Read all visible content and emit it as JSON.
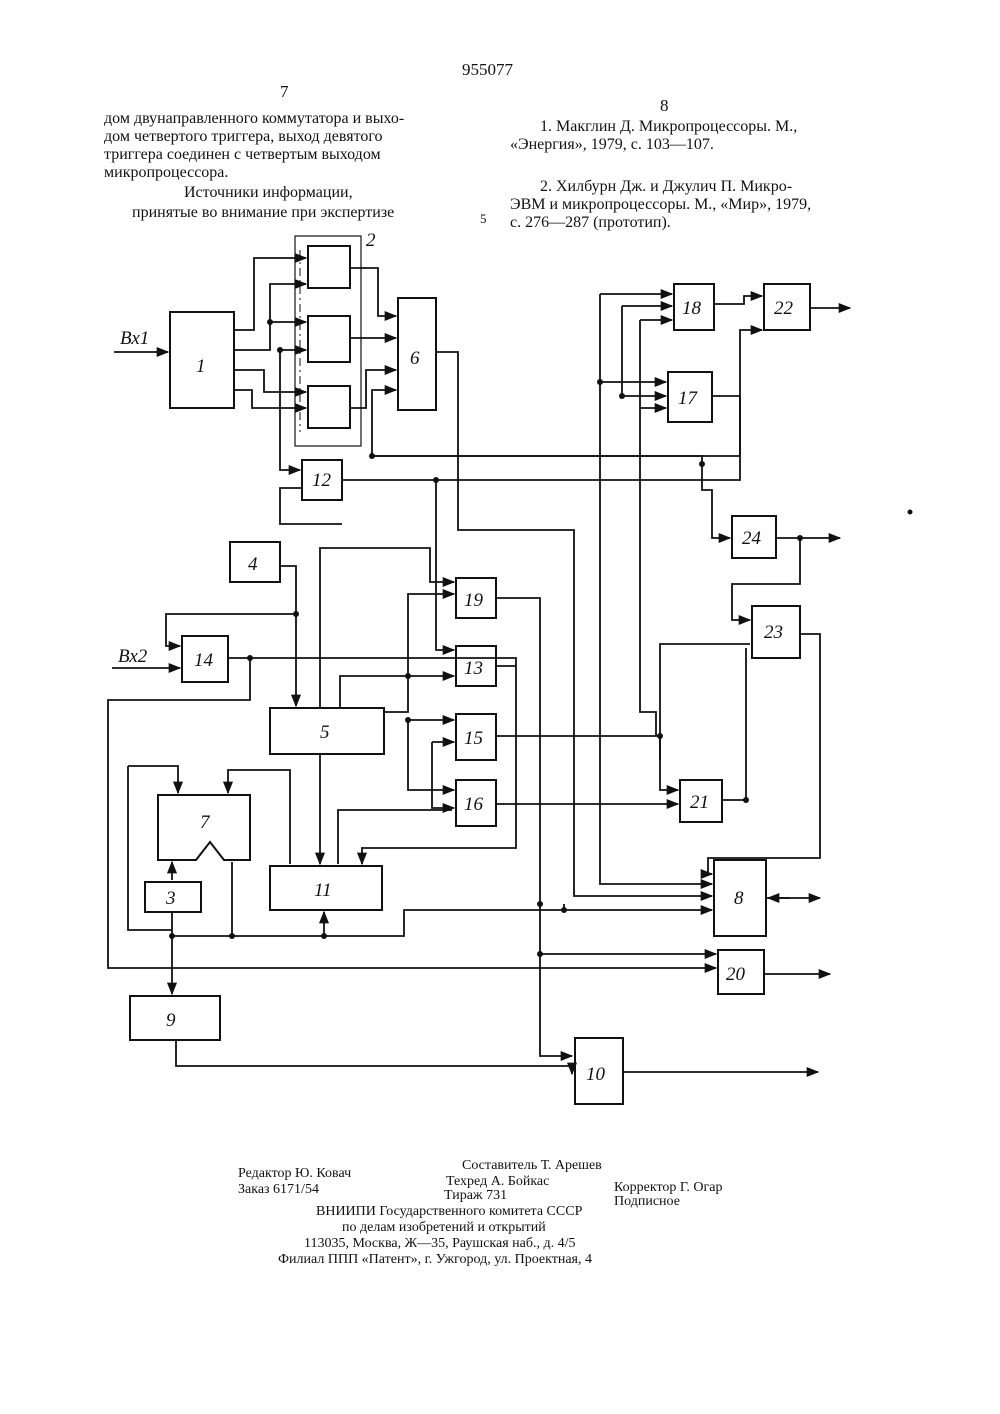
{
  "header": {
    "patent_number": "955077",
    "page_left": "7",
    "page_right": "8",
    "line_marker": "5"
  },
  "left_column": {
    "lines": [
      "дом двунаправленного коммутатора и выхо-",
      "дом четвертого триггера, выход девятого",
      "триггера соединен с четвертым выходом",
      "микропроцессора."
    ],
    "sources_title_1": "Источники информации,",
    "sources_title_2": "принятые во внимание при экспертизе"
  },
  "right_column": {
    "ref1_line1": "1. Макглин Д. Микропроцессоры. М.,",
    "ref1_line2": "«Энергия», 1979, с. 103—107.",
    "ref2_line1": "2. Хилбурн Дж. и Джулич П. Микро-",
    "ref2_line2": "ЭВМ и микропроцессоры. М., «Мир», 1979,",
    "ref2_line3": "с. 276—287 (прототип)."
  },
  "diagram": {
    "inputs": {
      "in1": "Вх1",
      "in2": "Вх2"
    },
    "blocks": {
      "b1": "1",
      "b2": "2",
      "b3": "3",
      "b4": "4",
      "b5": "5",
      "b6": "6",
      "b7": "7",
      "b8": "8",
      "b9": "9",
      "b10": "10",
      "b11": "11",
      "b12": "12",
      "b13": "13",
      "b14": "14",
      "b15": "15",
      "b16": "16",
      "b17": "17",
      "b18": "18",
      "b19": "19",
      "b20": "20",
      "b21": "21",
      "b22": "22",
      "b23": "23",
      "b24": "24"
    }
  },
  "footer": {
    "editor": "Редактор Ю. Ковач",
    "order": "Заказ 6171/54",
    "compiler": "Составитель Т. Арешев",
    "techred": "Техред А. Бойкас",
    "circulation": "Тираж 731",
    "corrector": "Корректор Г. Огар",
    "subscription": "Подписное",
    "org1": "ВНИИПИ Государственного комитета СССР",
    "org2": "по делам изобретений и открытий",
    "address": "113035, Москва, Ж—35, Раушская наб., д. 4/5",
    "branch": "Филиал ППП «Патент», г. Ужгород, ул. Проектная, 4"
  }
}
